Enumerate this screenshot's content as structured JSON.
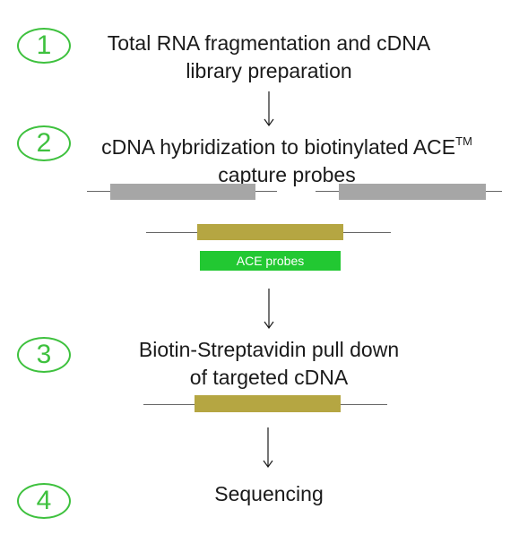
{
  "steps": [
    {
      "number": "1",
      "line1": "Total RNA fragmentation and cDNA",
      "line2": "library preparation"
    },
    {
      "number": "2",
      "line1": "cDNA hybridization to biotinylated ACE",
      "line1_sup": "TM",
      "line2": "capture probes"
    },
    {
      "number": "3",
      "line1": "Biotin-Streptavidin pull down",
      "line2": "of targeted cDNA"
    },
    {
      "number": "4",
      "line1": "Sequencing"
    }
  ],
  "probe_label": "ACE probes",
  "colors": {
    "accent": "#3ec13e",
    "probe_green": "#22c832",
    "cdna_gray": "#a6a6a6",
    "target_gold": "#b5a642"
  }
}
